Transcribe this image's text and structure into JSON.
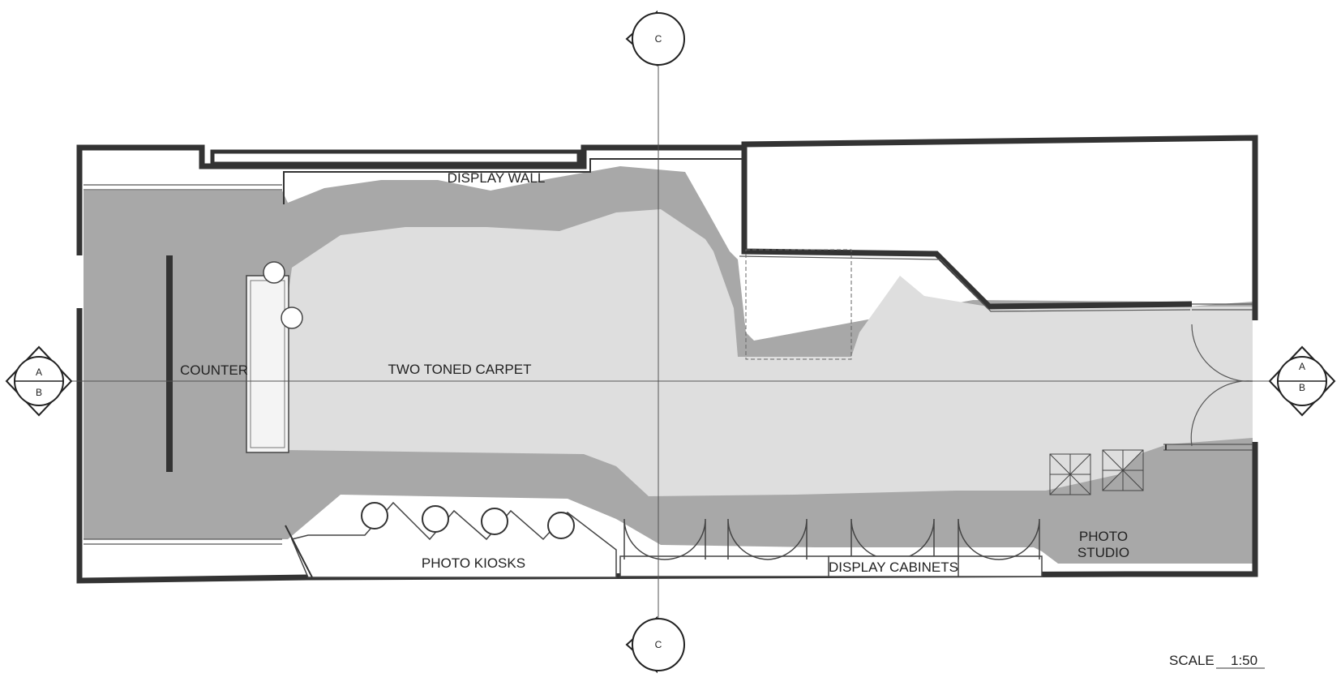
{
  "labels": {
    "display_wall": "DISPLAY WALL",
    "counter": "COUNTER",
    "carpet": "TWO TONED CARPET",
    "photo_kiosks": "PHOTO KIOSKS",
    "display_cabinets": "DISPLAY CABINETS",
    "photo_studio_1": "PHOTO",
    "photo_studio_2": "STUDIO"
  },
  "section_markers": {
    "c": "C",
    "a": "A",
    "b": "B"
  },
  "scale": {
    "label": "SCALE",
    "value": "1:50"
  },
  "colors": {
    "dark_floor": "#a8a8a8",
    "light_carpet": "#dedede",
    "wall": "#333333",
    "background": "#ffffff"
  }
}
